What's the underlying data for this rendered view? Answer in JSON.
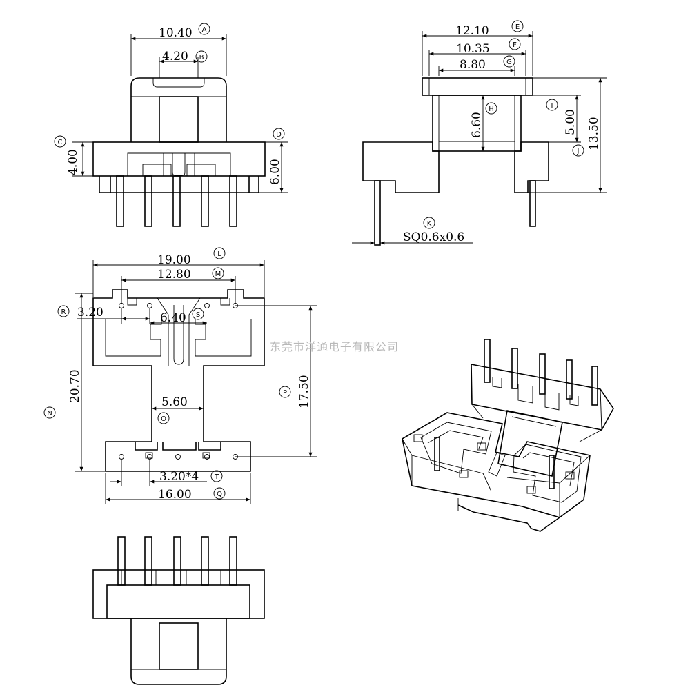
{
  "watermark": "东莞市洋通电子有限公司",
  "dimensions": {
    "A": "10.40",
    "B": "4.20",
    "C": "4.00",
    "D": "6.00",
    "E": "12.10",
    "F": "10.35",
    "G": "8.80",
    "H": "6.60",
    "I": "5.00",
    "J": "13.50",
    "K": "SQ0.6x0.6",
    "L": "19.00",
    "M": "12.80",
    "N": "20.70",
    "O": "5.60",
    "P": "17.50",
    "Q": "16.00",
    "R": "3.20",
    "S": "6.40",
    "T": "3.20*4"
  },
  "labels": [
    "A",
    "B",
    "C",
    "D",
    "E",
    "F",
    "G",
    "H",
    "I",
    "J",
    "K",
    "L",
    "M",
    "N",
    "O",
    "P",
    "Q",
    "R",
    "S",
    "T"
  ]
}
